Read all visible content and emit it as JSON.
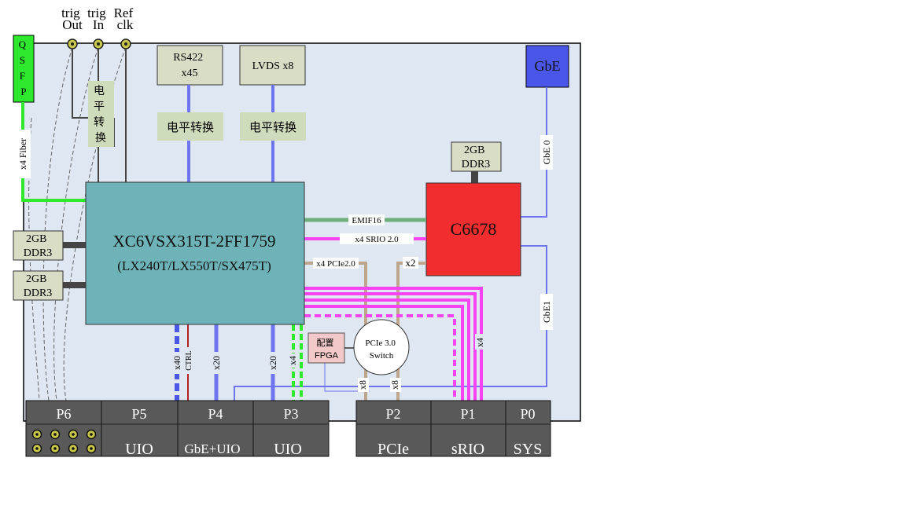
{
  "top_labels": {
    "trig_out": [
      "trig",
      "Out"
    ],
    "trig_in": [
      "trig",
      "In"
    ],
    "ref_clk": [
      "Ref",
      "clk"
    ]
  },
  "qsfp": [
    "Q",
    "S",
    "F",
    "P"
  ],
  "fiber_label": "x4 Fiber",
  "level_shift_vertical": [
    "电",
    "平",
    "转",
    "换"
  ],
  "rs422": [
    "RS422",
    "x45"
  ],
  "lvds": "LVDS x8",
  "level_shift": "电平转换",
  "gbe": "GbE",
  "gbe0": "GbE 0",
  "gbe1": "GbE1",
  "ddr_top": [
    "2GB",
    "DDR3"
  ],
  "ddr_left": [
    "2GB",
    "DDR3"
  ],
  "fpga": [
    "XC6VSX315T-2FF1759",
    "(LX240T/LX550T/SX475T)"
  ],
  "dsp": "C6678",
  "links": {
    "emif": "EMIF16",
    "srio": "x4 SRIO 2.0",
    "pcie": "x4 PCIe2.0",
    "x2": "x2",
    "x4_right": "x4",
    "x40": "x40",
    "ctrl": "CTRL",
    "x20a": "x20",
    "x20b": "x20",
    "x4_green": "x4",
    "x8a": "x8",
    "x8b": "x8"
  },
  "config_fpga": [
    "配置",
    "FPGA"
  ],
  "pcie_switch": [
    "PCIe 3.0",
    "Switch"
  ],
  "connectors": [
    {
      "name": "P6",
      "sub": ""
    },
    {
      "name": "P5",
      "sub": "UIO"
    },
    {
      "name": "P4",
      "sub": "GbE+UIO"
    },
    {
      "name": "P3",
      "sub": "UIO"
    },
    {
      "name": "P2",
      "sub": "PCIe"
    },
    {
      "name": "P1",
      "sub": "sRIO"
    },
    {
      "name": "P0",
      "sub": "SYS"
    }
  ],
  "colors": {
    "board": "#dfe7f3",
    "fpga": "#6eb3b8",
    "dsp": "#f22d2f",
    "qsfp": "#2ee82e",
    "gbe": "#4a56e8",
    "ddr": "#d9ddc6",
    "level_shift": "#cfdcbc",
    "connector": "#595959",
    "blue_link": "#6e75ee",
    "magenta_link": "#f542f2",
    "green_link": "#2dea2d",
    "emif_link": "#6faf7a",
    "pcie_link": "#bda68c"
  }
}
